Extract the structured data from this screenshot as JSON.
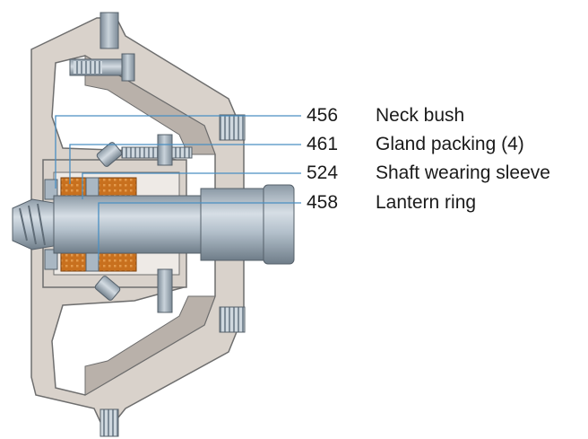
{
  "colors": {
    "housing": "#d9d2cb",
    "housing_edge": "#6e6e6e",
    "steel": "#a9b7c3",
    "steel_dark": "#7f8e9a",
    "packing": "#c8701e",
    "leader_line": "#4a8fc2",
    "text": "#1a1a1a"
  },
  "legend": [
    {
      "number": "456",
      "label": "Neck bush"
    },
    {
      "number": "461",
      "label": "Gland packing (4)"
    },
    {
      "number": "524",
      "label": "Shaft wearing sleeve"
    },
    {
      "number": "458",
      "label": "Lantern ring"
    }
  ]
}
